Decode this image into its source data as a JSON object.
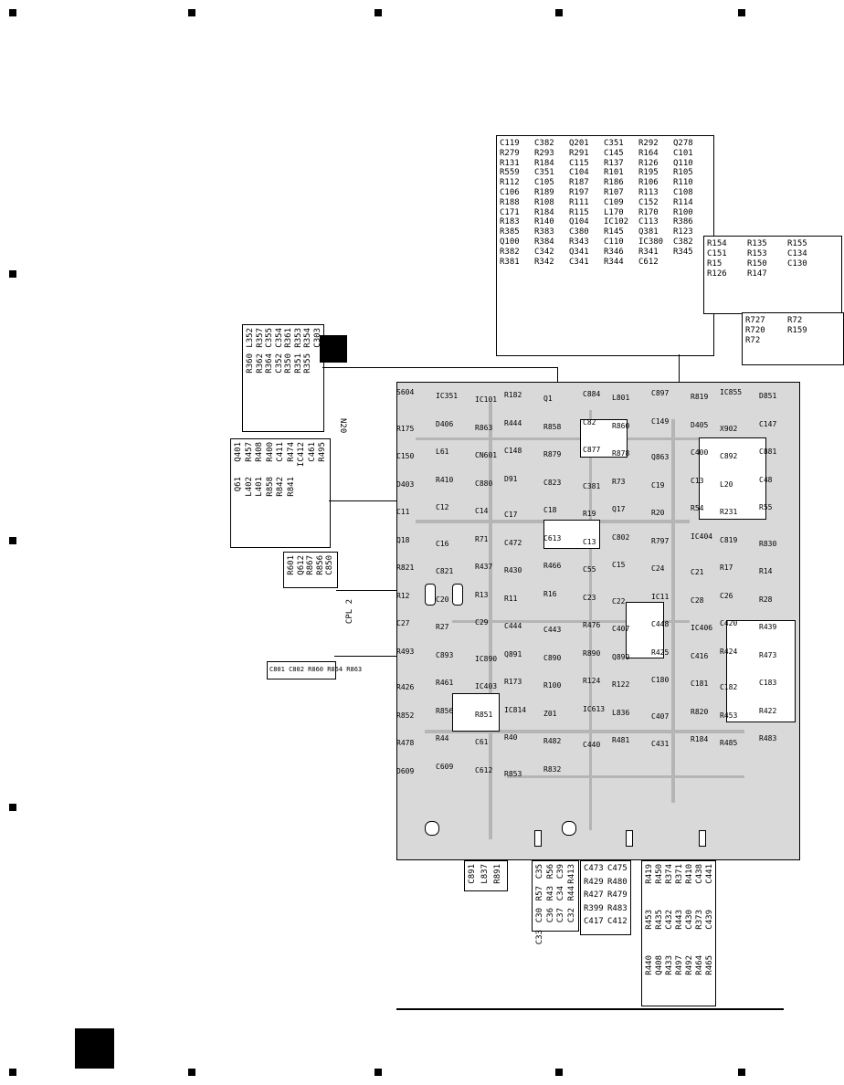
{
  "callouts": {
    "top": [
      "C119",
      "C382",
      "Q201",
      "C351",
      "R292",
      "Q278",
      "R279",
      "R293",
      "R291",
      "C145",
      "R164",
      "C101",
      "R131",
      "R184",
      "C115",
      "R137",
      "R126",
      "Q110",
      "R559",
      "C351",
      "C104",
      "R101",
      "R195",
      "R105",
      "R112",
      "C105",
      "R187",
      "R186",
      "R106",
      "R110",
      "C106",
      "R189",
      "R197",
      "R107",
      "R113",
      "C108",
      "R188",
      "R108",
      "R111",
      "C109",
      "C152",
      "R114",
      "C171",
      "R184",
      "R115",
      "L170",
      "R170",
      "R100",
      "R183",
      "R140",
      "Q104",
      "IC102",
      "C113",
      "R386",
      "R385",
      "R383",
      "C380",
      "R145",
      "Q381",
      "R123",
      "Q100",
      "R384",
      "R343",
      "C110",
      "IC380",
      "C382",
      "R382",
      "C342",
      "Q341",
      "R346",
      "R341",
      "R345",
      "R381",
      "R342",
      "C341",
      "R344",
      "C612"
    ],
    "right_upper": [
      "R154",
      "R135",
      "R155",
      "C151",
      "R153",
      "C134",
      "R15",
      "R150",
      "C130",
      "R126",
      "R147"
    ],
    "right_lower": [
      "R727",
      "R72",
      "R720",
      "R159",
      "R72"
    ],
    "left_a": [
      "L352",
      "R357",
      "C355",
      "C354",
      "R361",
      "R353",
      "R354",
      "C303",
      "R360",
      "R362",
      "R364",
      "C352",
      "R350",
      "R351",
      "R355"
    ],
    "left_b": [
      "Q401",
      "R457",
      "R408",
      "R400",
      "C411",
      "R474",
      "IC412",
      "C461",
      "R495",
      "Q61",
      "L402",
      "L401",
      "R858",
      "R842",
      "R841"
    ],
    "left_c": [
      "R601",
      "Q612",
      "R867",
      "R856",
      "C850"
    ],
    "left_d": "C801 C802 R860 R864 R863",
    "bottom_a": [
      "C891",
      "L837",
      "R891"
    ],
    "bottom_b": [
      "C35",
      "R56",
      "C39",
      "R413",
      "R57",
      "R43",
      "C34",
      "R44",
      "C30",
      "C36",
      "C37",
      "C32",
      "C33"
    ],
    "bottom_c": [
      "C473",
      "C475",
      "R429",
      "R480",
      "R427",
      "R479",
      "R399",
      "R483",
      "C417",
      "C412"
    ],
    "bottom_d": [
      "R419",
      "R450",
      "R374",
      "R371",
      "R410",
      "C438",
      "C441",
      "R453",
      "R435",
      "C432",
      "R443",
      "C430",
      "R373",
      "C439",
      "R440",
      "Q408",
      "R433",
      "R497",
      "R492",
      "R464",
      "R465"
    ]
  },
  "board_labels": [
    "S604",
    "IC351",
    "IC101",
    "R182",
    "Q1",
    "C884",
    "L801",
    "C897",
    "R819",
    "IC855",
    "D851",
    "R175",
    "D406",
    "R863",
    "R444",
    "R858",
    "C82",
    "R860",
    "C149",
    "D405",
    "X902",
    "C147",
    "C150",
    "L61",
    "CN601",
    "C148",
    "R879",
    "C877",
    "R878",
    "Q863",
    "C400",
    "C892",
    "C881",
    "D403",
    "R410",
    "C880",
    "D91",
    "C823",
    "C381",
    "R73",
    "C19",
    "C13",
    "L20",
    "C48",
    "C11",
    "C12",
    "C14",
    "C17",
    "C18",
    "R19",
    "Q17",
    "R20",
    "R54",
    "R231",
    "R55",
    "Q18",
    "C16",
    "R71",
    "C472",
    "C613",
    "C13",
    "C802",
    "R797",
    "IC404",
    "C819",
    "R830",
    "R821",
    "C821",
    "R437",
    "R430",
    "R466",
    "C55",
    "C15",
    "C24",
    "C21",
    "R17",
    "R14",
    "R12",
    "C20",
    "R13",
    "R11",
    "R16",
    "C23",
    "C22",
    "IC11",
    "C28",
    "C26",
    "R28",
    "C27",
    "R27",
    "C29",
    "C444",
    "C443",
    "R476",
    "C407",
    "C448",
    "IC406",
    "C420",
    "R439",
    "R493",
    "C893",
    "IC890",
    "Q891",
    "C890",
    "R890",
    "Q890",
    "R425",
    "C416",
    "R424",
    "R473",
    "R426",
    "R461",
    "IC403",
    "R173",
    "R100",
    "R124",
    "R122",
    "C180",
    "C181",
    "C182",
    "C183",
    "R852",
    "R856",
    "R851",
    "IC814",
    "Z01",
    "IC613",
    "L836",
    "C407",
    "R820",
    "R453",
    "R422",
    "R478",
    "R44",
    "C61",
    "R40",
    "R482",
    "C440",
    "R481",
    "C431",
    "R184",
    "R485",
    "R483",
    "D609",
    "C609",
    "C612",
    "R853",
    "R832"
  ],
  "free_labels": {
    "n20": "N20",
    "cpl": "CPL 2"
  }
}
